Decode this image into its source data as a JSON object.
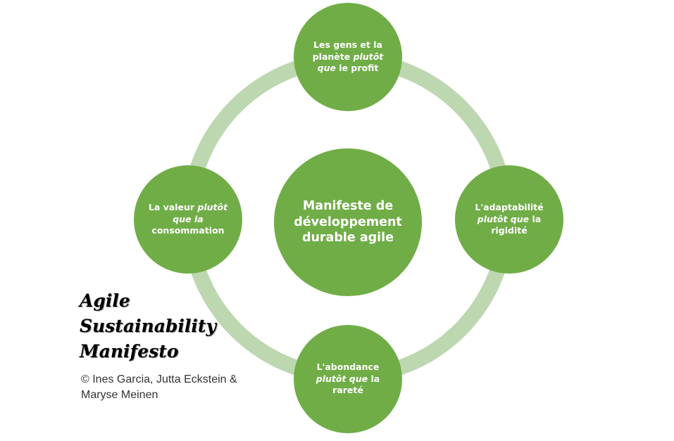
{
  "diagram": {
    "center": {
      "label": "Manifeste de développement durable agile"
    },
    "nodes": {
      "top": {
        "before": "Les gens et la planète ",
        "emph": "plutôt que",
        "after": " le profit"
      },
      "right": {
        "before": "L'adaptabilité ",
        "emph": "plutôt que",
        "after": " la rigidité"
      },
      "bottom": {
        "before": "L'abondance ",
        "emph": "plutôt que",
        "after": " la rareté"
      },
      "left": {
        "before": "La valeur ",
        "emph": "plutôt que la",
        "after": " consommation"
      }
    }
  },
  "signature": {
    "line1": "Agile",
    "line2": "Sustainability",
    "line3": "Manifesto"
  },
  "copyright": {
    "line1": "© Ines Garcia, Jutta Eckstein &",
    "line2": "Maryse Meinen"
  },
  "colors": {
    "node": "#70ad47",
    "ring": "#bdd7b0",
    "text": "#ffffff"
  }
}
